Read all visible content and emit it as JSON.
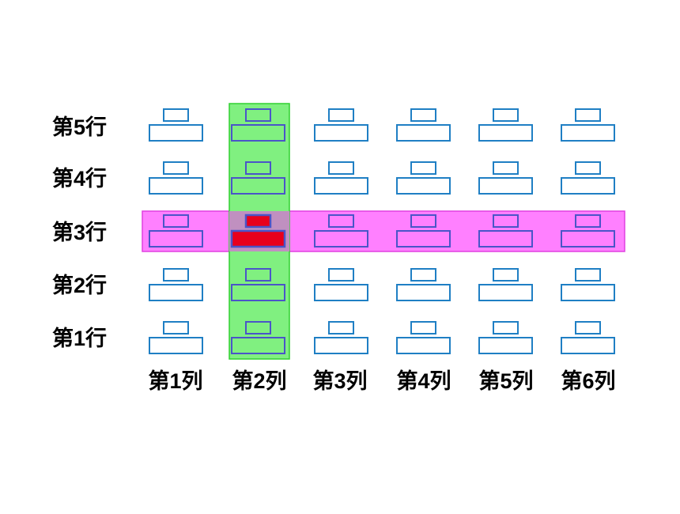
{
  "colors": {
    "desk_outline": "#1f7fc4",
    "desk_outline_highlight": "#4a55c8",
    "row_highlight": "#ff80ff",
    "row_highlight_border": "#e040e0",
    "column_highlight": "#80f080",
    "column_highlight_border": "#30d030",
    "intersection_fill": "#c090c0",
    "target_desk_fill": "#e8001c"
  },
  "rows": [
    {
      "label": "第5行"
    },
    {
      "label": "第4行"
    },
    {
      "label": "第3行"
    },
    {
      "label": "第2行"
    },
    {
      "label": "第1行"
    }
  ],
  "columns": [
    {
      "label": "第1列"
    },
    {
      "label": "第2列"
    },
    {
      "label": "第3列"
    },
    {
      "label": "第4列"
    },
    {
      "label": "第5列"
    },
    {
      "label": "第6列"
    }
  ],
  "highlight": {
    "row": 3,
    "column": 2
  }
}
